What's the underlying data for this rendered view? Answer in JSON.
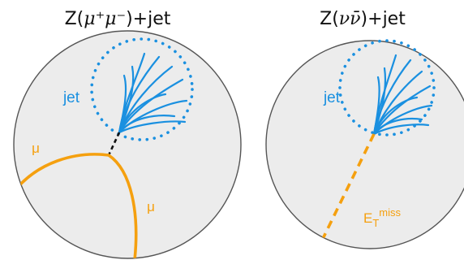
{
  "colors": {
    "jet": "#1a90e0",
    "muon": "#f5a00f",
    "met": "#f5a00f",
    "detector_fill": "#ececec",
    "detector_stroke": "#555555",
    "z_link": "#111111"
  },
  "left_panel": {
    "title_prefix": "Z(",
    "title_math": "μ⁺μ⁻",
    "title_suffix": ")+jet",
    "jet_label": "jet",
    "muon1_label": "μ",
    "muon2_label": "μ"
  },
  "right_panel": {
    "title_prefix": "Z(",
    "title_math": "νν̄",
    "title_suffix": ")+jet",
    "jet_label": "jet",
    "met_label_main": "E",
    "met_label_sub": "T",
    "met_label_sup": "miss"
  }
}
